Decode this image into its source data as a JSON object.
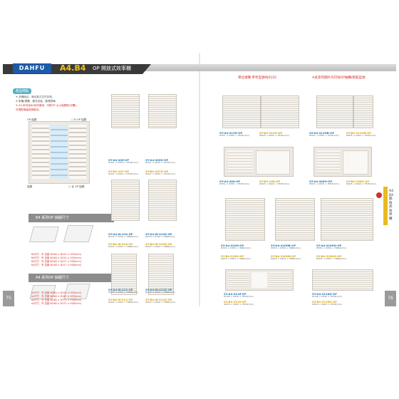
{
  "brand": {
    "logo": "DAHFU"
  },
  "header": {
    "series": "A4.B4",
    "title": "OP 開放式效率櫃",
    "note_left": "單位請購 參考型號MJ0102",
    "note_right": "※此系列圖片均可採OP抽櫃/組裝型號"
  },
  "left_page": {
    "features_tab": "產品特點",
    "features": [
      "※ 多種組合，適合各式文件存放。",
      "※ 配備/選購，擴充容量，整理簡單。",
      "※ A4 系列及B4系列適用，可配OP 大小抽屜架(另購)，",
      "可搭配適量使用較佳。"
    ],
    "labels": {
      "op_top": "OP 抽屜",
      "op_main": "○ B OP 抽屜",
      "bottom_left": "抽屜",
      "bottom_right": "○ 合 OP 抽屜"
    },
    "b4_section": "B4 系列OP 抽屜尺寸",
    "b4_specs": [
      "B4尺寸：外 寬度 W260 × D410 × H53(mm)",
      "B4尺寸：外 寬度 W260 × D410 × H53(mm)",
      "B4尺寸：外 寬度 W260 × D417 × H58(mm)",
      "B4尺寸：外 寬度 W260 × D417 × H58(mm)"
    ],
    "a4_section": "A4 系列OP 抽屜尺寸",
    "a4_specs": [
      "A4尺寸：外 寬度 W260 × D345 × H53(mm)",
      "A4尺寸：外 寬度 W260 × D345 × H53(mm)",
      "A4尺寸：外 寬度 W260 × D375 × H58(mm)",
      "A4尺寸：外 寬度 W260 × D375 × H58(mm)"
    ],
    "products": [
      {
        "model": "SY-A4-406-OP",
        "alt": "SY-B4-207-OP",
        "dims": "W307 × D350 × H535(mm)",
        "alt_dims": "W307 × D402 × H535(mm)"
      },
      {
        "model": "SY-A4-406G-OP",
        "alt": "SY-B4-207G-OP",
        "dims": "W307 × D350 × H535(mm)",
        "alt_dims": "W307 × D402 × H535(mm)"
      },
      {
        "model": "SY-A4-W-410-OP",
        "alt": "SY-B4-W-310-OP",
        "dims": "W278 × D350 × H880(mm)",
        "alt_dims": "W323 × D402 × H880(mm)"
      },
      {
        "model": "SY-A4-W-410G-OP",
        "alt": "SY-B4-W-310G-OP",
        "dims": "W278 × D350 × H880(mm)",
        "alt_dims": "W323 × D402 × H880(mm)"
      },
      {
        "model": "SY-A4-W-412-OP",
        "alt": "SY-B4-W-312-OP",
        "dims": "W278 × D350 × H880(mm)",
        "alt_dims": "W323 × D402 × H880(mm)"
      },
      {
        "model": "SY-A4-W-412G-OP",
        "alt": "SY-B4-W-312G-OP",
        "dims": "W278 × D350 × H880(mm)",
        "alt_dims": "W323 × D402 × H880(mm)"
      }
    ],
    "page_number": "75"
  },
  "right_page": {
    "products": [
      {
        "model": "SY-A4-413H-OP",
        "alt": "SY-B4-313H-OP",
        "dims": "W551 × D350 × H535(mm)",
        "alt_dims": "W625 × D402 × H535(mm)"
      },
      {
        "model": "SY-A4-412HB-OP",
        "alt": "SY-B4-312HB-OP",
        "dims": "W551 × D350 × H535(mm)",
        "alt_dims": "W625 × D402 × H535(mm)"
      },
      {
        "model": "SY-A4-408-OP",
        "alt": "SY-B4-208-OP",
        "dims": "W551 × D350 × H535(mm)",
        "alt_dims": "W625 × D402 × H535(mm)"
      },
      {
        "model": "SY-A4-408G-OP",
        "alt": "SY-B4-208G-OP",
        "dims": "W551 × D350 × H535(mm)",
        "alt_dims": "W625 × D402 × H535(mm)"
      },
      {
        "model": "SY-A4-420H-OP",
        "alt": "SY-B4-320H-OP",
        "dims": "W551 × D350 × H880(mm)",
        "alt_dims": "W625 × D402 × H880(mm)"
      },
      {
        "model": "SY-A4-420HB-OP",
        "alt": "SY-B4-320HB-OP",
        "dims": "W551 × D350 × H880(mm)",
        "alt_dims": "W625 × D402 × H880(mm)"
      },
      {
        "model": "SY-A4-420HG-OP",
        "alt": "SY-B4-320HG-OP",
        "dims": "W551 × D350 × H880(mm)",
        "alt_dims": "W625 × D402 × H880(mm)"
      },
      {
        "model": "SY-A4-4316-OP",
        "alt": "SY-B4-3216-OP",
        "dims": "W798 × D350 × H535(mm)",
        "alt_dims": "W953 × D402 × H535(mm)"
      },
      {
        "model": "SY-A4-4316G-OP",
        "alt": "SY-B4-3216G-OP",
        "dims": "W798 × D350 × H535(mm)",
        "alt_dims": "W953 × D402 × H535(mm)"
      }
    ],
    "side_tab": "A4.B4 開放式效率櫃",
    "page_number": "76"
  }
}
